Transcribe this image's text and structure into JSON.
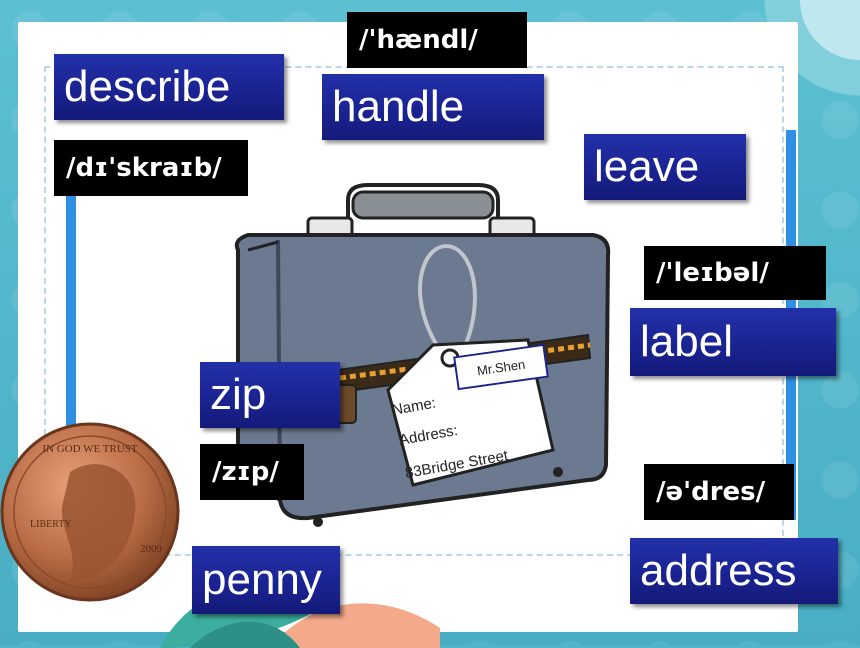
{
  "words": {
    "describe": "describe",
    "handle": "handle",
    "leave": "leave",
    "label": "label",
    "zip": "zip",
    "penny": "penny",
    "address": "address"
  },
  "phonetics": {
    "handle": "/'hændl/",
    "describe": "/dɪ'skraɪb/",
    "label": "/'leɪbəl/",
    "zip": "/zɪp/",
    "address": "/ə'dres/"
  },
  "tag": {
    "name_label": "Name:",
    "name_value": "Mr.Shen",
    "address_label": "Address:",
    "address_value": "83Bridge Street"
  },
  "coin": {
    "motto": "IN GOD WE TRUST",
    "liberty": "LIBERTY",
    "year": "2009"
  },
  "colors": {
    "word_box": "#1a2290",
    "phonetic_box": "#000000",
    "accent_bar": "#2f8fe2",
    "background": "#4fb6c9"
  }
}
